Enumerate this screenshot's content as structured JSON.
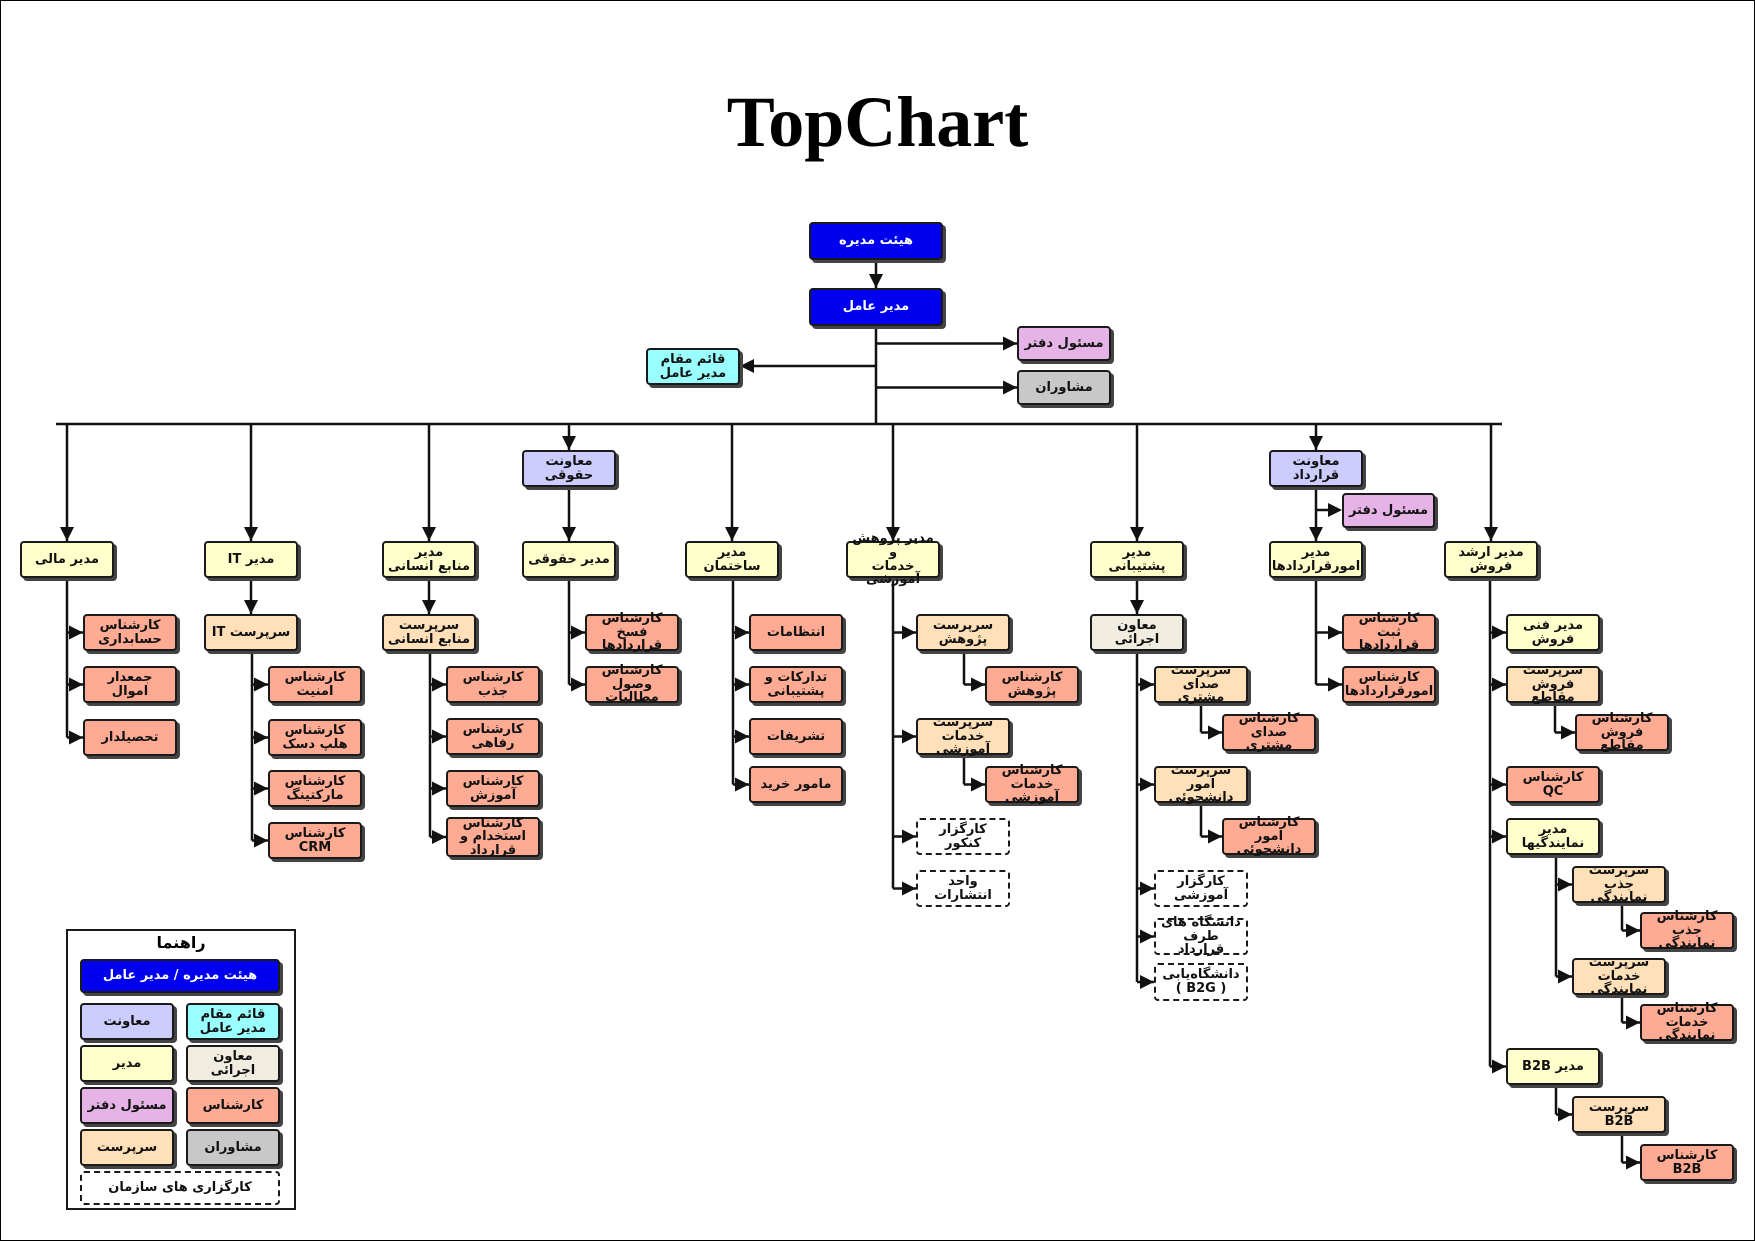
{
  "title": "TopChart",
  "colors": {
    "board": "#0000ee",
    "deputy": "#ccccff",
    "acting_ceo": "#99ffff",
    "manager": "#ffffcc",
    "exec_deputy": "#f1ece0",
    "secretary": "#e6b3e6",
    "expert": "#ffab94",
    "supervisor": "#ffe0b8",
    "advisor": "#c8c8c8"
  },
  "nodes": {
    "board": "هیئت مدیره",
    "ceo": "مدیر عامل",
    "office_mgr": "مسئول دفتر",
    "advisors": "مشاوران",
    "acting_ceo": "قائم مقام\nمدیر عامل",
    "finance_mgr": "مدیر مالی",
    "it_mgr": "مدیر IT",
    "hr_mgr": "مدیر\nمنابع انسانی",
    "legal_deputy": "معاونت حقوقی",
    "legal_mgr": "مدیر حقوقی",
    "building_mgr": "مدیر ساختمان",
    "research_mgr": "مدیر پژوهش و\nخدمات آموزشی",
    "support_mgr": "مدیر پشتیبانی",
    "contract_deputy": "معاونت قرارداد",
    "contract_office": "مسئول دفتر",
    "contracts_mgr": "مدیر\nامورقراردادها",
    "sales_mgr": "مدیر ارشد\nفروش",
    "fin_accounting": "کارشناس\nحسابداری",
    "fin_property": "جمعدار اموال",
    "fin_collector": "تحصیلدار",
    "it_supervisor": "سرپرست IT",
    "it_security": "کارشناس امنیت",
    "it_helpdesk": "کارشناس\nهلپ دسک",
    "it_marketing": "کارشناس\nمارکتینگ",
    "it_crm": "کارشناس CRM",
    "hr_supervisor": "سرپرست\nمنابع انسانی",
    "hr_recruit": "کارشناس جذب",
    "hr_welfare": "کارشناس رفاهی",
    "hr_training": "کارشناس آموزش",
    "hr_hiring": "کارشناس\nاستخدام و قرارداد",
    "legal_termination": "کارشناس\nفسخ قراردادها",
    "legal_claims": "کارشناس\nوصول مطالبات",
    "bld_guards": "انتظامات",
    "bld_procurement": "تدارکات و\nپشتیبانی",
    "bld_ceremony": "تشریفات",
    "bld_purchase": "مامور خرید",
    "res_supervisor": "سرپرست\nپژوهش",
    "res_expert": "کارشناس\nپژوهش",
    "edu_supervisor": "سرپرست\nخدمات آموزشی",
    "edu_expert": "کارشناس\nخدمات آموزشی",
    "konkur_agent": "کارگزار کنکور",
    "publications": "واحد انتشارات",
    "exec_deputy": "معاون اجرائی",
    "voc_supervisor": "سرپرست\nصدای مشتری",
    "voc_expert": "کارشناس\nصدای مشتری",
    "student_supervisor": "سرپرست\nامور دانشجوئی",
    "student_expert": "کارشناس\nامور دانشجوئی",
    "edu_agent": "کارگزار آموزشی",
    "partner_univ": "دانشگاه های\nطرف قرارداد",
    "univ_finding": "دانشگاه‌یابی\n( B2G )",
    "contract_reg": "کارشناس\nثبت قراردادها",
    "contract_affairs": "کارشناس\nامورقراردادها",
    "tech_sales_mgr": "مدیر فنی\nفروش",
    "segment_supervisor": "سرپرست\nفروش مقاطع",
    "segment_expert": "کارشناس\nفروش مقاطع",
    "qc_expert": "کارشناس QC",
    "agencies_mgr": "مدیر\nنمایندگیها",
    "agency_recruit_sup": "سرپرست\nجذب نمایندگی",
    "agency_recruit_exp": "کارشناس\nجذب نمایندگی",
    "agency_service_sup": "سرپرست\nخدمات نمایندگی",
    "agency_service_exp": "کارشناس\nخدمات نمایندگی",
    "b2b_mgr": "مدیر B2B",
    "b2b_supervisor": "سرپرست\nB2B",
    "b2b_expert": "کارشناس\nB2B"
  },
  "legend": {
    "title": "راهنما",
    "board": "هیئت مدیره / مدیر عامل",
    "deputy": "معاونت",
    "acting_ceo": "قائم مقام\nمدیر عامل",
    "manager": "مدیر",
    "exec_deputy": "معاون اجرائی",
    "secretary": "مسئول دفتر",
    "expert": "کارشناس",
    "supervisor": "سرپرست",
    "advisor": "مشاوران",
    "agencies": "کارگزاری های سازمان"
  }
}
